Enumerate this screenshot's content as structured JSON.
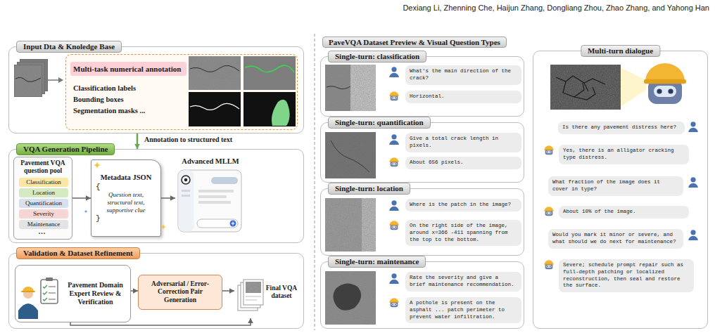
{
  "diagram": {
    "nodes": [
      {
        "text": [
          "Input Dta & Knoledge Base"
        ]
      },
      {
        "text": [
          "Classification labels",
          "Bounding boxes",
          "Segmentation masks ..."
        ],
        "in": 0
      },
      {
        "text": [
          "Multi-task numerical annotation"
        ],
        "in": 1
      },
      {
        "text": [
          "VQA Generation Pipeline"
        ]
      },
      {
        "text": [
          "Pavement VQA question pool"
        ],
        "in": 3
      },
      {
        "text": [
          "Classification"
        ],
        "in": 4
      },
      {
        "text": [
          "Location"
        ],
        "in": 4
      },
      {
        "text": [
          "Quantification"
        ],
        "in": 4
      },
      {
        "text": [
          "Severity"
        ],
        "in": 4
      },
      {
        "text": [
          "Maintenance"
        ],
        "in": 4
      },
      {
        "text": [
          "Metadata JSON",
          "{",
          "Question text, structural text, supportive clue",
          "}"
        ],
        "in": 3
      },
      {
        "text": [
          "Advanced MLLM"
        ],
        "in": 3
      },
      {
        "text": [
          "Validation & Dataset Refinement"
        ]
      },
      {
        "text": [
          "Pavement Domain Expert Review & Verification"
        ],
        "in": 12
      },
      {
        "text": [
          "Adversarial / Error-Correction Pair Generation"
        ],
        "in": 12
      },
      {
        "text": [
          "Final VQA dataset"
        ],
        "in": 12
      },
      {
        "text": [
          "PaveVQA Dataset Preview & Visual Question Types"
        ]
      },
      {
        "text": [
          "Single-turn: classification"
        ]
      },
      {
        "text": [
          "What's the main direction of the crack?"
        ],
        "in": 17
      },
      {
        "text": [
          "Horizontal."
        ],
        "in": 17
      },
      {
        "text": [
          "Single-turn: quantification"
        ]
      },
      {
        "text": [
          "Give a total crack length in pixels."
        ],
        "in": 20
      },
      {
        "text": [
          "About 656 pixels."
        ],
        "in": 20
      },
      {
        "text": [
          "Single-turn: location"
        ]
      },
      {
        "text": [
          "Where is the patch in the image?"
        ],
        "in": 23
      },
      {
        "text": [
          "On the right side of the image, around x=366 -411 spanning from the top to the bottom."
        ],
        "in": 23
      },
      {
        "text": [
          "Single-turn: maintenance"
        ]
      },
      {
        "text": [
          "Rate the severity and give a brief maintenance recommendation."
        ],
        "in": 26
      },
      {
        "text": [
          "A pothole is present on the asphalt ... patch perimeter to prevent water infiltration."
        ],
        "in": 26
      },
      {
        "text": [
          "Multi-turn dialogue"
        ]
      },
      {
        "text": [
          "Is there any pavement distress here?"
        ],
        "in": 29
      },
      {
        "text": [
          "Yes, there is an alligator cracking type distress."
        ],
        "in": 29
      },
      {
        "text": [
          "What fraction of the image does it cover in type?"
        ],
        "in": 29
      },
      {
        "text": [
          "About 10% of the image."
        ],
        "in": 29
      },
      {
        "text": [
          "Would you mark it minor or severe, and what should we do next for maintenance?"
        ],
        "in": 29
      },
      {
        "text": [
          "Severe; schedule prompt repair such as full-depth patching or localized reconstruction, then seal and restore the surface."
        ],
        "in": 29
      }
    ],
    "edges": [
      {
        "from": 0,
        "to": 3,
        "label": "Annotation to structured text",
        "arrow": "to"
      },
      {
        "from": 4,
        "to": 10,
        "arrow": "to"
      },
      {
        "from": 10,
        "to": 11,
        "arrow": "to"
      },
      {
        "from": 13,
        "to": 14,
        "arrow": "to"
      },
      {
        "from": 14,
        "to": 15,
        "arrow": "to"
      },
      {
        "from": 13,
        "to": 15,
        "arrow": "to"
      }
    ],
    "labels": [
      "Dexiang Li, Zhenning Che, Haijun Zhang, Dongliang Zhou, Zhao Zhang, and Yahong Han",
      "..."
    ]
  }
}
